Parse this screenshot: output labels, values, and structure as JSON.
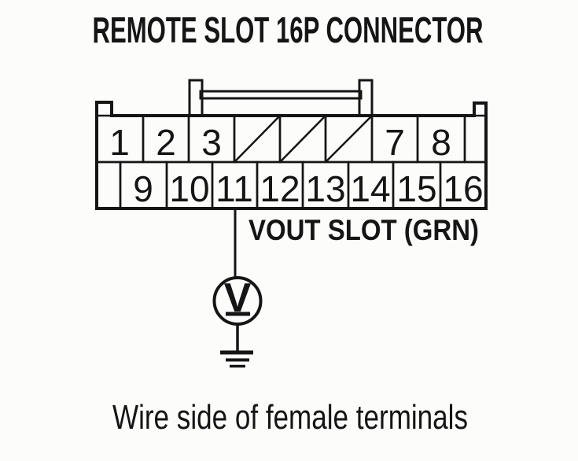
{
  "colors": {
    "ink": "#151515",
    "paper": "#fcfcfb"
  },
  "title": "REMOTE SLOT 16P CONNECTOR",
  "connector": {
    "top_row": [
      {
        "pin": "1"
      },
      {
        "pin": "2"
      },
      {
        "pin": "3"
      },
      {
        "pin": "",
        "hatched": true
      },
      {
        "pin": "",
        "hatched": true
      },
      {
        "pin": "",
        "hatched": true
      },
      {
        "pin": "7"
      },
      {
        "pin": "8"
      },
      {
        "pin": ""
      }
    ],
    "bottom_row": [
      {
        "pin": ""
      },
      {
        "pin": "9"
      },
      {
        "pin": "10"
      },
      {
        "pin": "11"
      },
      {
        "pin": "12"
      },
      {
        "pin": "13"
      },
      {
        "pin": "14"
      },
      {
        "pin": "15"
      },
      {
        "pin": "16"
      }
    ]
  },
  "wire": {
    "label": "VOUT SLOT (GRN)",
    "from_pin": "11"
  },
  "meter": {
    "symbol": "V"
  },
  "caption": "Wire side of female terminals"
}
